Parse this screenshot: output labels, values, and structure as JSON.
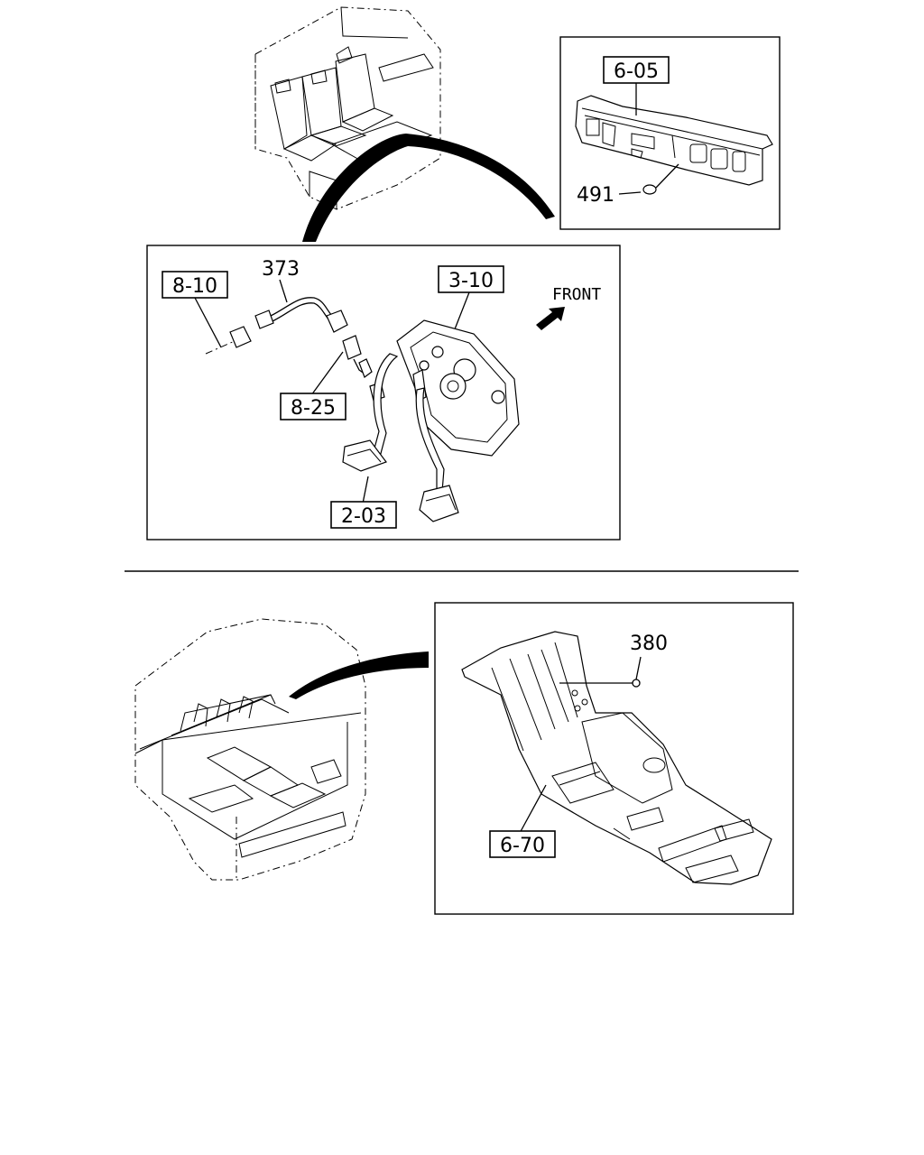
{
  "labels": {
    "ref_605": "6-05",
    "num_491": "491",
    "num_373": "373",
    "ref_810": "8-10",
    "ref_310": "3-10",
    "front": "FRONT",
    "ref_825": "8-25",
    "ref_203": "2-03",
    "num_380": "380",
    "ref_670": "6-70"
  }
}
